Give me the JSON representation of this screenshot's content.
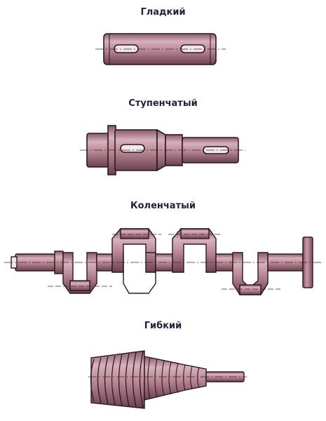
{
  "shafts": [
    {
      "id": "smooth",
      "title": "Гладкий"
    },
    {
      "id": "stepped",
      "title": "Ступенчатый"
    },
    {
      "id": "crank",
      "title": "Коленчатый"
    },
    {
      "id": "flexible",
      "title": "Гибкий"
    }
  ],
  "colors": {
    "metal_light": "#c79aa6",
    "metal_mid": "#a87584",
    "metal_dark": "#6e4352",
    "outline": "#2a1820",
    "axis": "#3a2830"
  }
}
